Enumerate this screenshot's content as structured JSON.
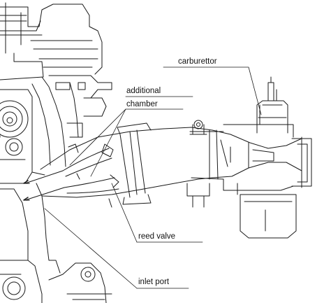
{
  "diagram": {
    "labels": {
      "carburettor": "carburettor",
      "additional": "additional",
      "chamber": "chamber",
      "reed_valve": "reed valve",
      "inlet_port": "inlet port"
    },
    "colors": {
      "line": "#1a1a1a",
      "background": "#ffffff"
    }
  }
}
